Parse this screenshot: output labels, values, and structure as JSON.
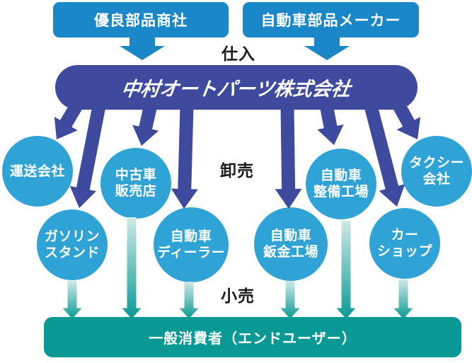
{
  "suppliers": [
    {
      "label": "優良部品商社"
    },
    {
      "label": "自動車部品メーカー"
    }
  ],
  "company": {
    "name": "中村オートパーツ株式会社"
  },
  "stages": {
    "purchase": "仕入",
    "wholesale": "卸売",
    "retail": "小売"
  },
  "wholesale_customers": [
    {
      "id": "transport-company",
      "line1": "運送会社"
    },
    {
      "id": "used-car-dealer",
      "line1": "中古車",
      "line2": "販売店"
    },
    {
      "id": "auto-maintenance-factory",
      "line1": "自動車",
      "line2": "整備工場"
    },
    {
      "id": "taxi-company",
      "line1": "タクシー",
      "line2": "会社"
    },
    {
      "id": "gas-station",
      "line1": "ガソリン",
      "line2": "スタンド"
    },
    {
      "id": "car-dealer",
      "line1": "自動車",
      "line2": "ディーラー"
    },
    {
      "id": "auto-body-shop",
      "line1": "自動車",
      "line2": "鈑金工場"
    },
    {
      "id": "car-shop",
      "line1": "カー",
      "line2": "ショップ"
    }
  ],
  "consumer": {
    "label": "一般消費者（エンドユーザー）"
  },
  "colors": {
    "supplier_blue": "#1a87c9",
    "customer_blue": "#2fa3d6",
    "company_indigo": "#3e4a9e",
    "consumer_teal": "#0a9a95",
    "teal_arrow_light": "#cfe9e7",
    "label_black": "#1a1a1a"
  }
}
